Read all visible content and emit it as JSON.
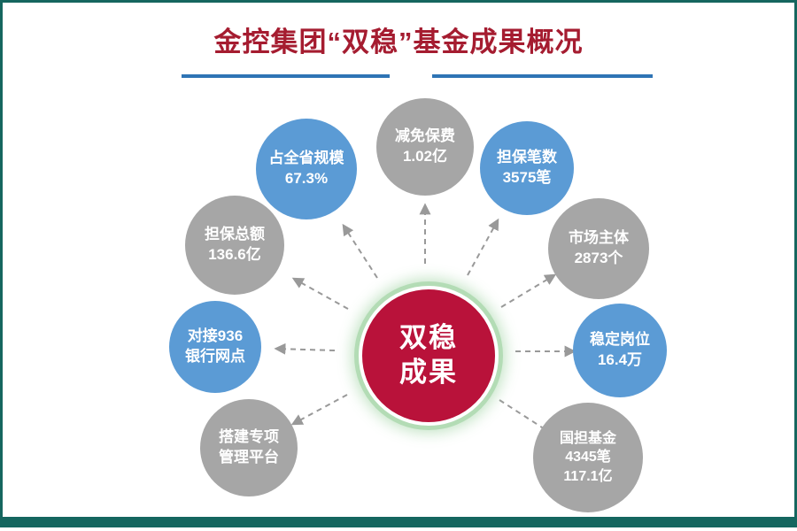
{
  "frame": {
    "border_color": "#15665f"
  },
  "header": {
    "title": "金控集团“双稳”基金成果概况",
    "title_color": "#a51c30",
    "underline_color": "#2e74b5"
  },
  "center_bubble": {
    "lines": [
      "双稳",
      "成果"
    ],
    "color": "#b9123a",
    "ring_color": "#b3dcb5"
  },
  "colors": {
    "blue_bubble": "#5b9bd5",
    "gray_bubble": "#a6a6a6",
    "arrow": "#999999"
  },
  "bubbles": [
    {
      "name": "provincial-scale",
      "lines": [
        "占全省规模",
        "67.3%"
      ],
      "color": "#5b9bd5"
    },
    {
      "name": "premium-reduction",
      "lines": [
        "减免保费",
        "1.02亿"
      ],
      "color": "#a6a6a6"
    },
    {
      "name": "guarantee-count",
      "lines": [
        "担保笔数",
        "3575笔"
      ],
      "color": "#5b9bd5"
    },
    {
      "name": "guarantee-total",
      "lines": [
        "担保总额",
        "136.6亿"
      ],
      "color": "#a6a6a6"
    },
    {
      "name": "market-entities",
      "lines": [
        "市场主体",
        "2873个"
      ],
      "color": "#a6a6a6"
    },
    {
      "name": "bank-outlets",
      "lines": [
        "对接936",
        "银行网点"
      ],
      "color": "#5b9bd5"
    },
    {
      "name": "stable-jobs",
      "lines": [
        "稳定岗位",
        "16.4万"
      ],
      "color": "#5b9bd5"
    },
    {
      "name": "management-platform",
      "lines": [
        "搭建专项",
        "管理平台"
      ],
      "color": "#a6a6a6"
    },
    {
      "name": "national-guarantee-fund",
      "lines": [
        "国担基金",
        "4345笔",
        "117.1亿"
      ],
      "color": "#a6a6a6"
    }
  ]
}
